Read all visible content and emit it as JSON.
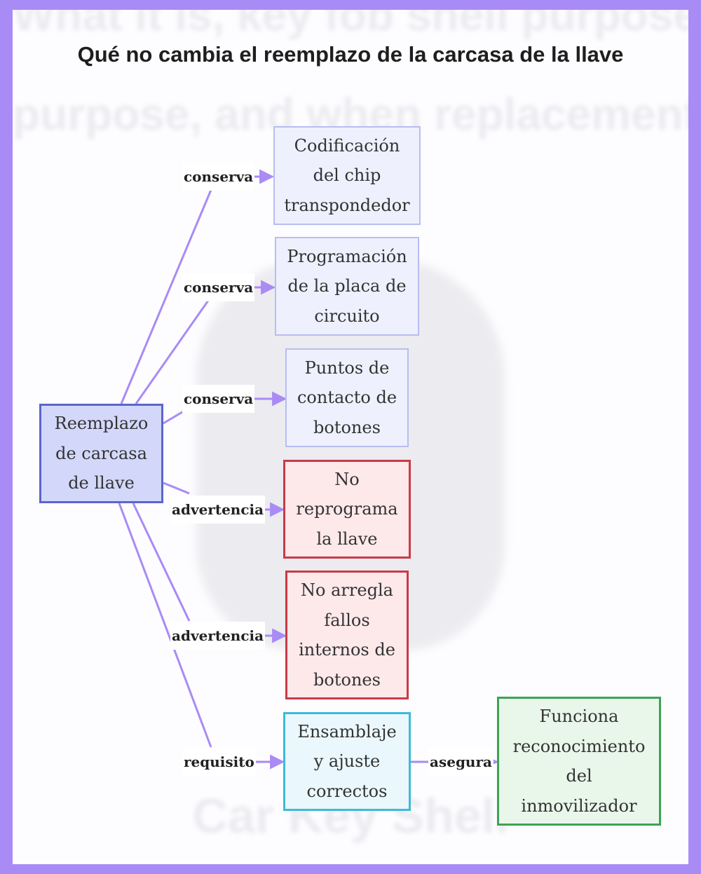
{
  "title": "Qué no cambia el reemplazo de la carcasa de la llave",
  "background_text": {
    "line1": "What it is, key fob shell purpose",
    "line2": "purpose, and when replacement",
    "line3": "Car Key Shell"
  },
  "colors": {
    "frame": "#a98bf5",
    "edge": "#a98bf5",
    "root_border": "#5b66c9",
    "warning_border": "#c93a48",
    "requirement_border": "#3cbbd8",
    "outcome_border": "#3da353"
  },
  "nodes": {
    "root": [
      "Reemplazo",
      "de carcasa",
      "de llave"
    ],
    "chip": [
      "Codificación",
      "del chip",
      "transpondedor"
    ],
    "circuit": [
      "Programación",
      "de la placa de",
      "circuito"
    ],
    "contacts": [
      "Puntos de",
      "contacto de",
      "botones"
    ],
    "reprogram": [
      "No",
      "reprograma",
      "la llave"
    ],
    "faults": [
      "No arregla",
      "fallos",
      "internos de",
      "botones"
    ],
    "assembly": [
      "Ensamblaje",
      "y ajuste",
      "correctos"
    ],
    "immobilizer": [
      "Funciona",
      "reconocimiento",
      "del",
      "inmovilizador"
    ]
  },
  "edges": {
    "chip": "conserva",
    "circuit": "conserva",
    "contacts": "conserva",
    "reprogram": "advertencia",
    "faults": "advertencia",
    "assembly": "requisito",
    "immobilizer": "asegura"
  }
}
